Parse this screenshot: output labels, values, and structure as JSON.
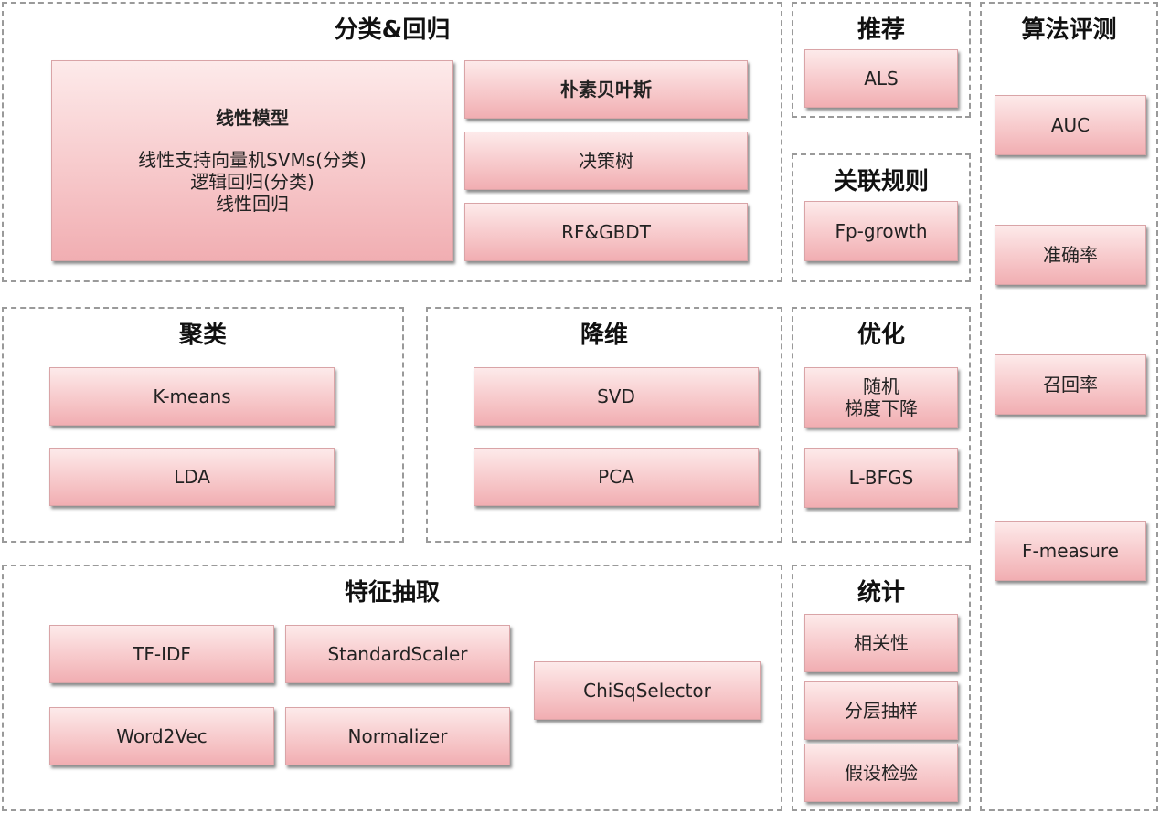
{
  "classification": {
    "title": "分类&回归",
    "linear_model": {
      "heading": "线性模型",
      "lines": [
        "线性支持向量机SVMs(分类)",
        "逻辑回归(分类)",
        "线性回归"
      ]
    },
    "items": [
      "朴素贝叶斯",
      "决策树",
      "RF&GBDT"
    ]
  },
  "recommendation": {
    "title": "推荐",
    "items": [
      "ALS"
    ]
  },
  "association": {
    "title": "关联规则",
    "items": [
      "Fp-growth"
    ]
  },
  "evaluation": {
    "title": "算法评测",
    "items": [
      "AUC",
      "准确率",
      "召回率",
      "F-measure"
    ]
  },
  "clustering": {
    "title": "聚类",
    "items": [
      "K-means",
      "LDA"
    ]
  },
  "dimensionality": {
    "title": "降维",
    "items": [
      "SVD",
      "PCA"
    ]
  },
  "optimization": {
    "title": "优化",
    "items": [
      [
        "随机",
        "梯度下降"
      ],
      "L-BFGS"
    ]
  },
  "feature_extraction": {
    "title": "特征抽取",
    "items": [
      "TF-IDF",
      "StandardScaler",
      "Word2Vec",
      "Normalizer",
      "ChiSqSelector"
    ]
  },
  "statistics": {
    "title": "统计",
    "items": [
      "相关性",
      "分层抽样",
      "假设检验"
    ]
  },
  "colors": {
    "box_fill_top": "#fdeaea",
    "box_fill_bottom": "#f1aeb2",
    "border": "#9a9a9a"
  }
}
